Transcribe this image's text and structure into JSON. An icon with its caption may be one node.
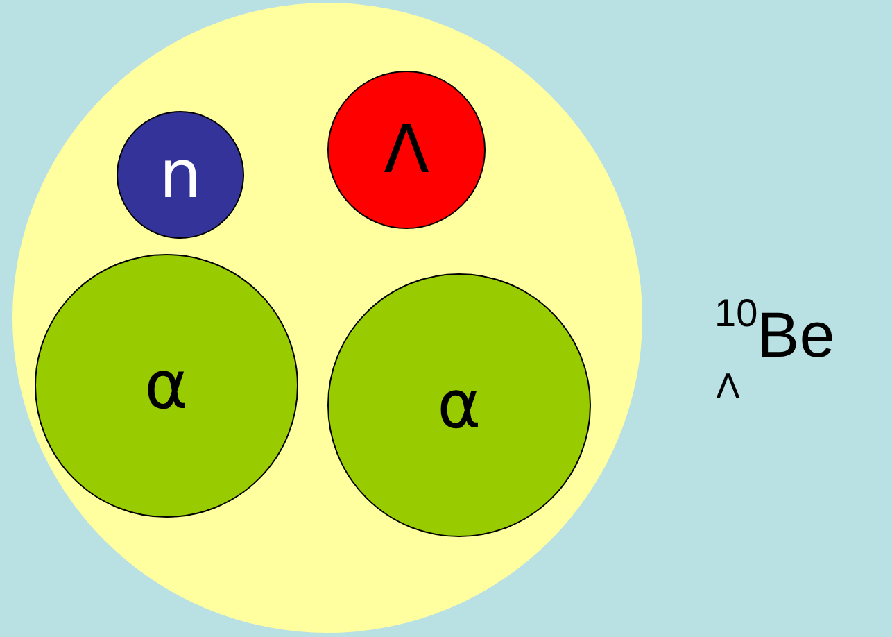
{
  "diagram": {
    "nodes": [
      {
        "text": [],
        "shape": "circle",
        "beside": [
          "$^{10}$$_{Λ}$Be"
        ]
      },
      {
        "text": [
          "n"
        ],
        "in": 0
      },
      {
        "text": [
          "Λ"
        ],
        "in": 0
      },
      {
        "text": [
          "α"
        ],
        "in": 0
      },
      {
        "text": [
          "α"
        ],
        "in": 0
      }
    ]
  }
}
